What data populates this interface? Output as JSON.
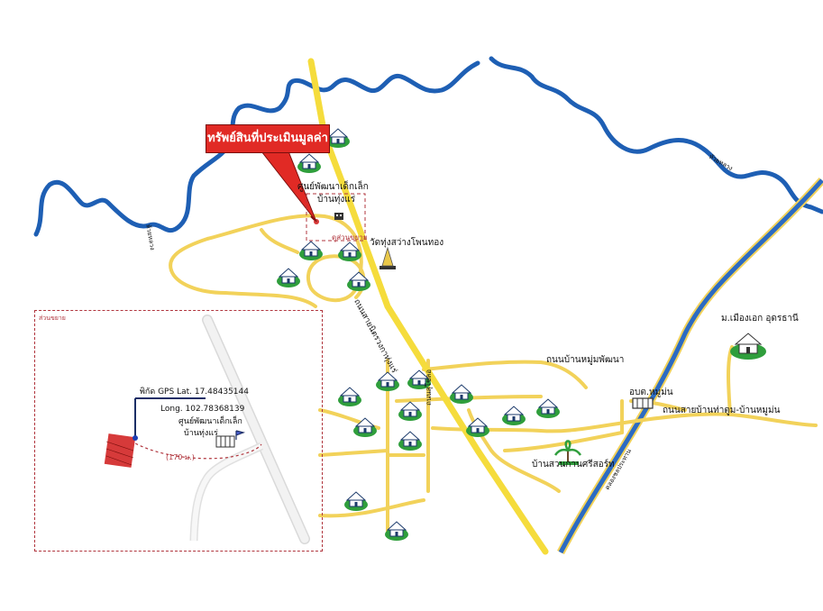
{
  "callout": {
    "text": "ทรัพย์สินที่ประเมินมูลค่า"
  },
  "labels": {
    "center_main_l1": "ศูนย์พัฒนาเด็กเล็ก",
    "center_main_l2": "บ้านทุ่งแร่",
    "expand_main": "ดูส่วนขยาย",
    "temple": "วัดทุ่งสว่างโพนทอง",
    "main_road": "ถนนสายนิตรวงกาทุ่งแร่",
    "phatthana_road": "ถนนบ้านหมู่มพัฒนา",
    "obt": "อบต.หมูม่น",
    "bangmun_road": "ถนนสายบ้านท่าตูม-บ้านหมูม่น",
    "village": "ม.เมืองเอก อุดรธานี",
    "garden": "บ้านสวนกานศรีสอร์ท",
    "canal_label": "คลองชลประทาน",
    "local_road": "ถนนสุโชลอ",
    "river_left": "ห้วยหลวง",
    "river_right": "ห้วยหลวง"
  },
  "inset": {
    "title": "ส่วนขยาย",
    "gps_lat": "พิกัด GPS Lat. 17.48435144",
    "gps_long": "Long. 102.78368139",
    "center_l1": "ศูนย์พัฒนาเด็กเล็ก",
    "center_l2": "บ้านทุ่งแร่",
    "distance": "(170 ม.)"
  },
  "colors": {
    "river": "#1e5fb4",
    "road": "#f2d25a",
    "main_road": "#f5dc3c",
    "callout": "#e12a25",
    "property": "#d63a3a",
    "inset_border": "#b0353d"
  },
  "icons": {
    "house": "house-icon",
    "temple": "temple-icon",
    "building": "building-icon",
    "palm": "palm-tree-icon"
  }
}
